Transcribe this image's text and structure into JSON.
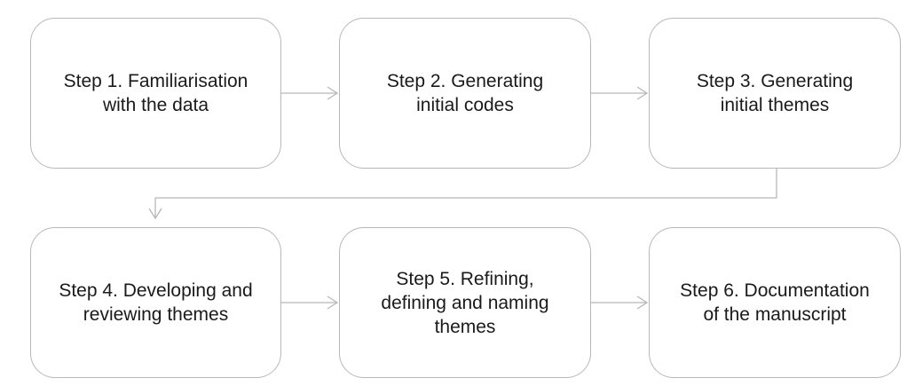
{
  "steps": [
    {
      "label": "Step 1. Familiarisation\nwith the data"
    },
    {
      "label": "Step 2. Generating\ninitial codes"
    },
    {
      "label": "Step 3. Generating\ninitial themes"
    },
    {
      "label": "Step 4. Developing and\nreviewing themes"
    },
    {
      "label": "Step 5. Refining,\ndefining and naming\nthemes"
    },
    {
      "label": "Step 6. Documentation\nof the manuscript"
    }
  ],
  "colors": {
    "border": "#b8b8b8",
    "arrow": "#b8b8b8",
    "text": "#1a1a1a"
  }
}
